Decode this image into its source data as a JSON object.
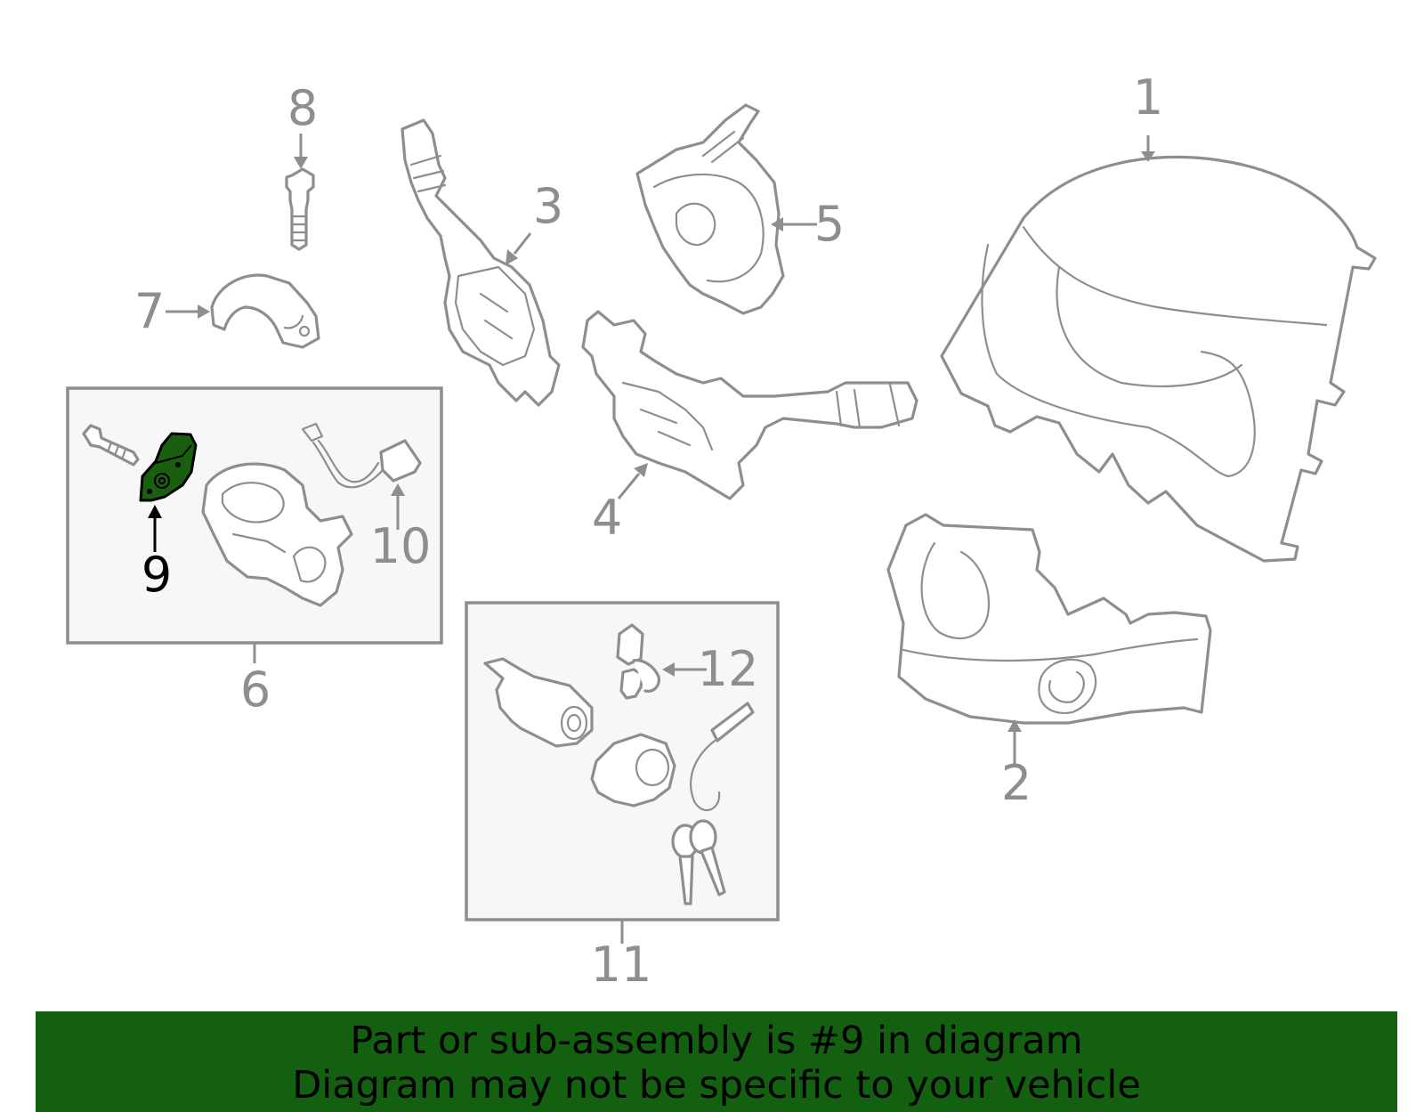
{
  "callouts": {
    "c1": "1",
    "c2": "2",
    "c3": "3",
    "c4": "4",
    "c5": "5",
    "c6": "6",
    "c7": "7",
    "c8": "8",
    "c9": "9",
    "c10": "10",
    "c11": "11",
    "c12": "12"
  },
  "highlighted_part": "9",
  "colors": {
    "highlight_fill": "#1a5f10",
    "banner_background": "#136011",
    "line_color": "#8e8e8e"
  },
  "banner": {
    "line1": "Part or sub-assembly is #9 in diagram",
    "line2": "Diagram may not be specific to your vehicle"
  }
}
